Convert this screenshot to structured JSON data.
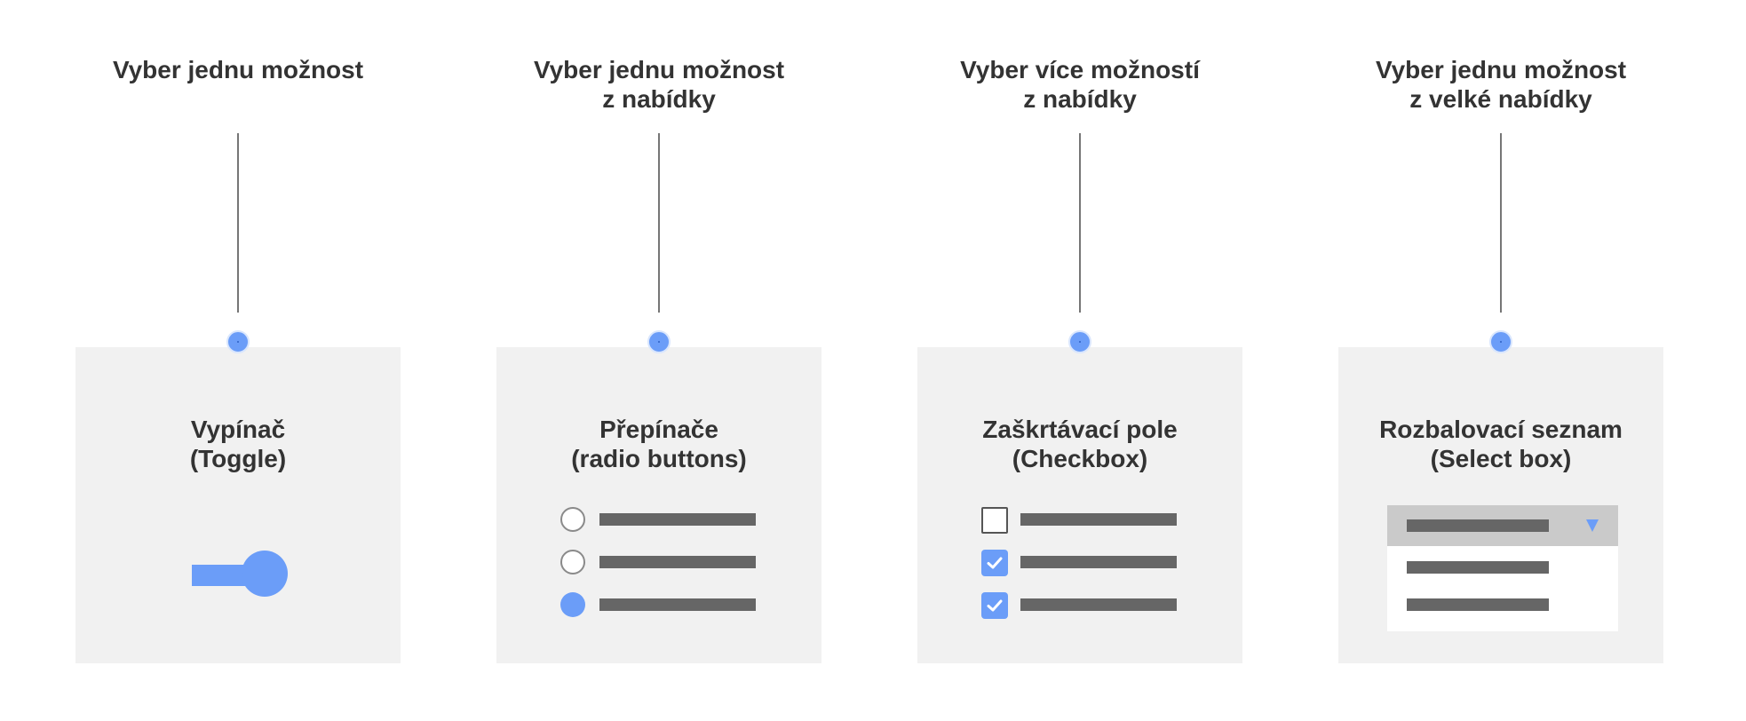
{
  "accent_color": "#6b9df8",
  "columns": [
    {
      "heading": "Vyber jednu možnost",
      "card_title": "Vypínač\n(Toggle)",
      "control": "toggle",
      "toggle_on": true
    },
    {
      "heading": "Vyber jednu možnost\nz nabídky",
      "card_title": "Přepínače\n(radio buttons)",
      "control": "radio",
      "options_checked": [
        false,
        false,
        true
      ]
    },
    {
      "heading": "Vyber více možností\nz nabídky",
      "card_title": "Zaškrtávací pole\n(Checkbox)",
      "control": "checkbox",
      "options_checked": [
        false,
        true,
        true
      ]
    },
    {
      "heading": "Vyber jednu možnost\nz velké nabídky",
      "card_title": "Rozbalovací seznam\n(Select box)",
      "control": "select",
      "select_expanded": true,
      "list_item_count": 2,
      "icons": {
        "dropdown": "triangle-down-icon"
      }
    }
  ]
}
